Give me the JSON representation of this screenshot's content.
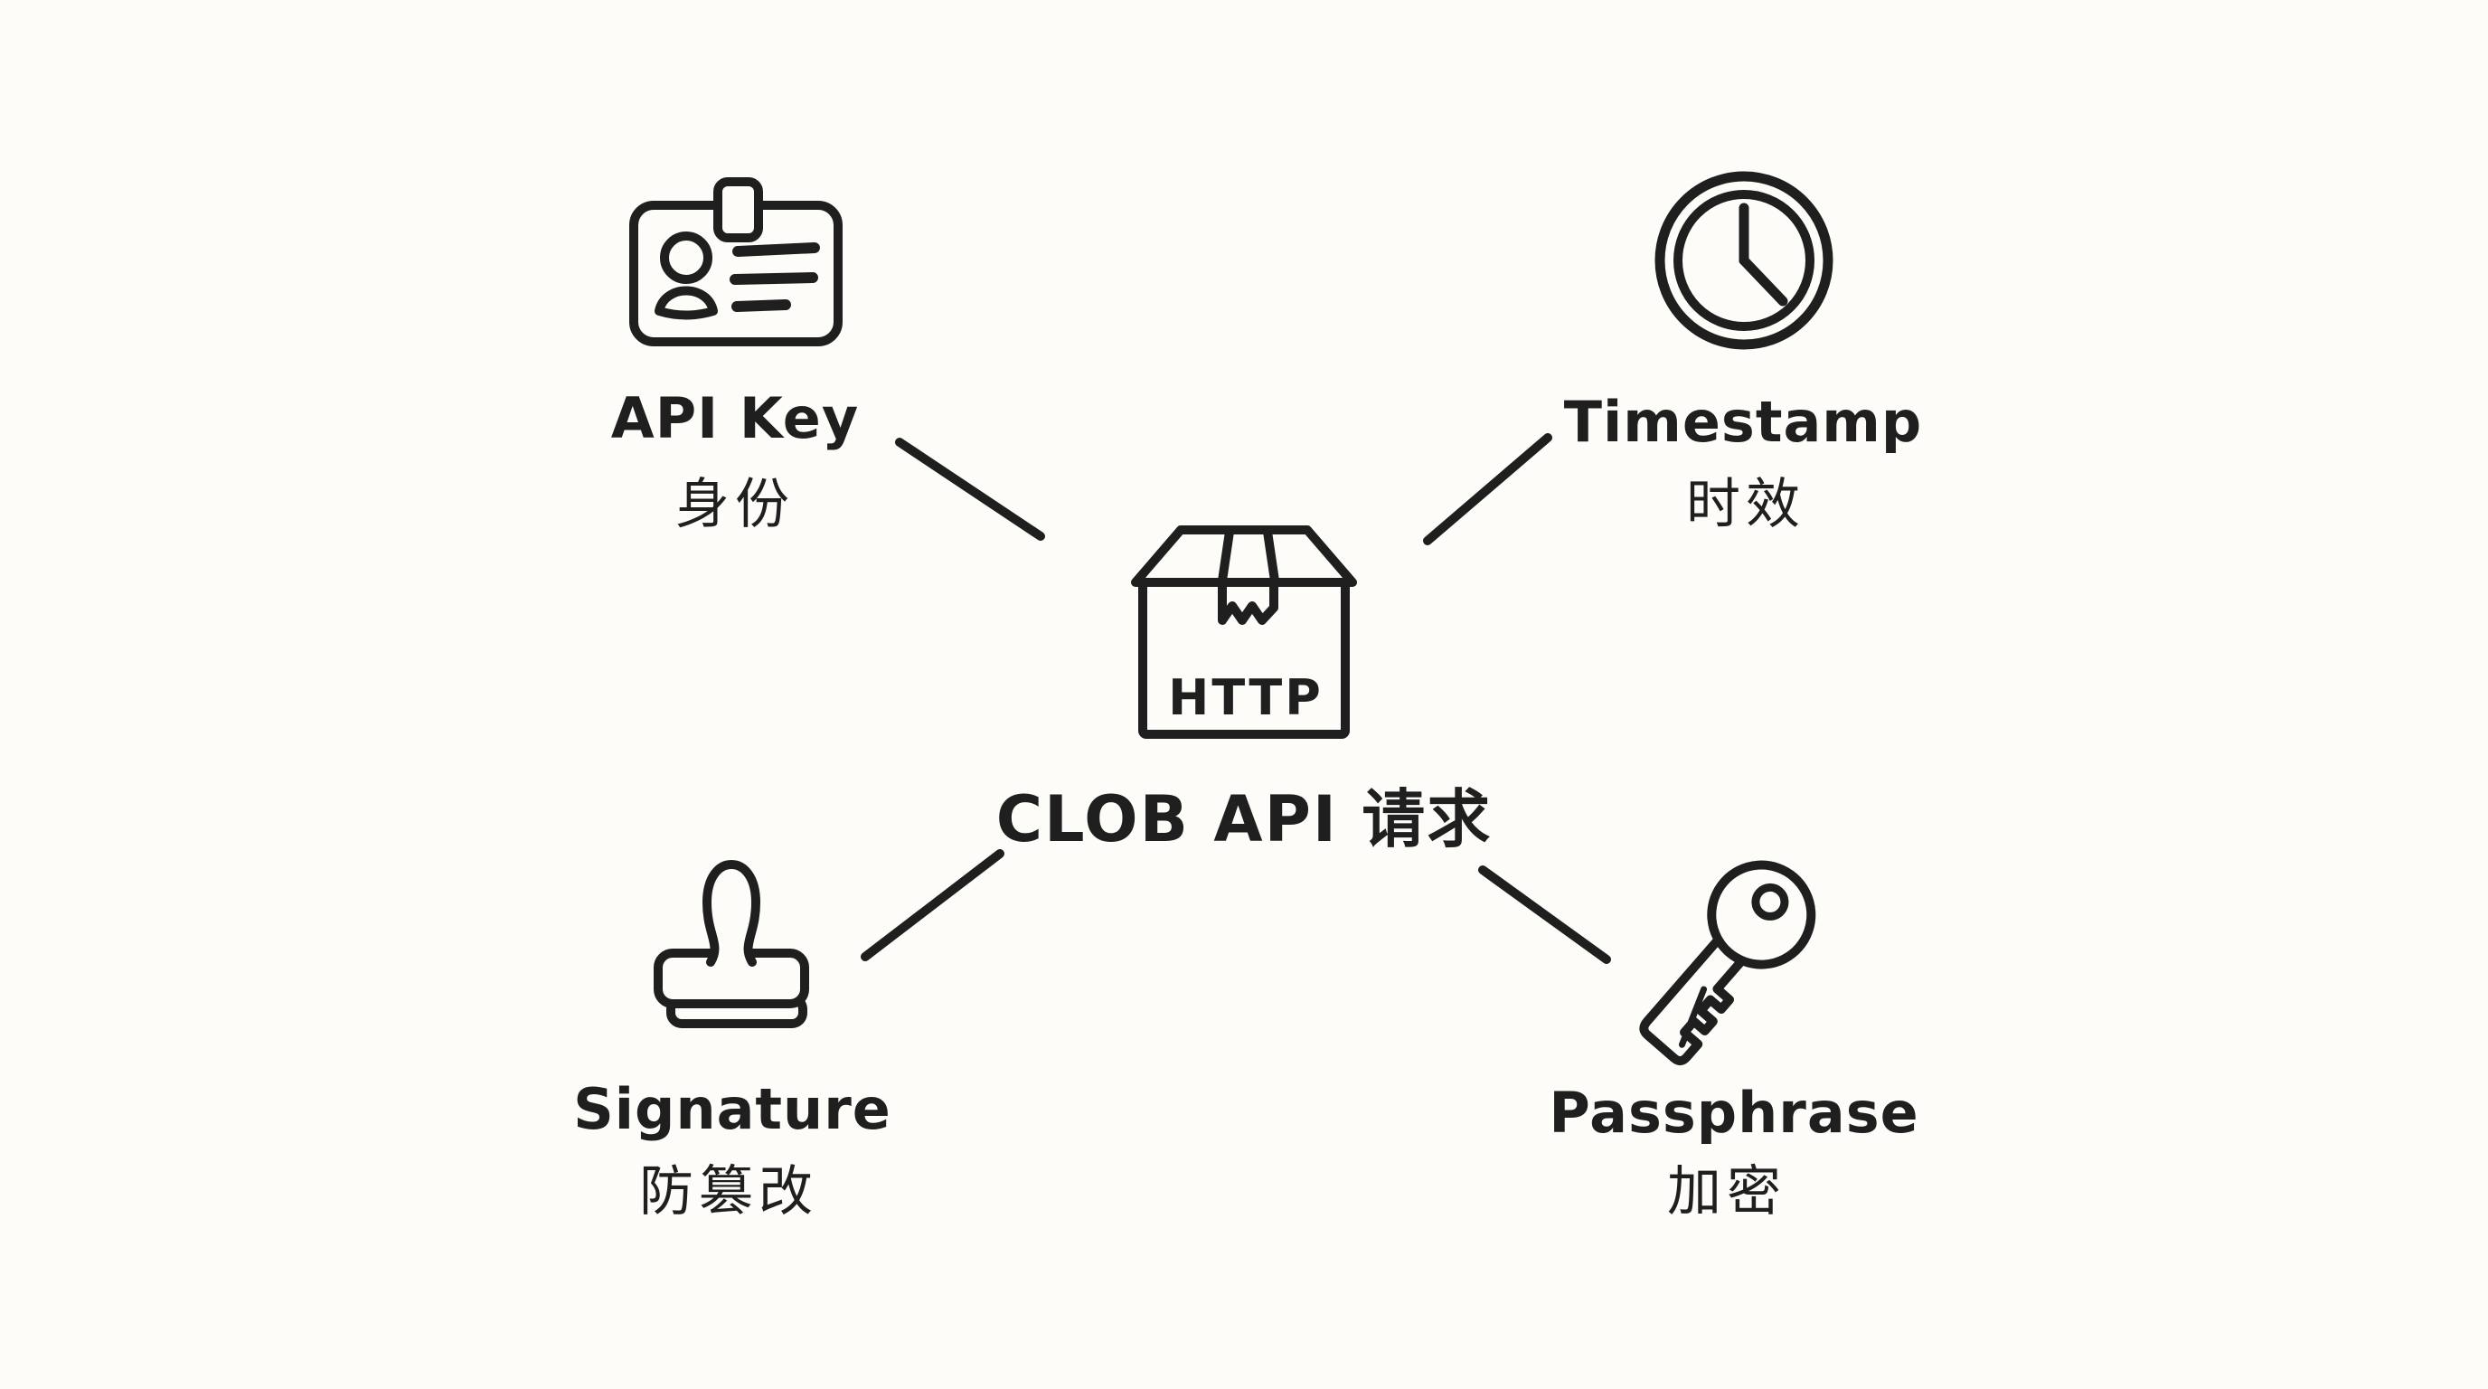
{
  "page": {
    "background": "#fdfcf8",
    "ink": "#1f1f1f",
    "style": "hand-drawn diagram"
  },
  "center": {
    "id": "clob-api-request",
    "icon": "package-box-icon",
    "box_label": "HTTP",
    "label": "CLOB API 请求"
  },
  "nodes": [
    {
      "id": "api-key",
      "position": "top-left",
      "icon": "id-card-icon",
      "label": "API Key",
      "sublabel": "身份"
    },
    {
      "id": "timestamp",
      "position": "top-right",
      "icon": "clock-icon",
      "label": "Timestamp",
      "sublabel": "时效"
    },
    {
      "id": "signature",
      "position": "bottom-left",
      "icon": "stamp-icon",
      "label": "Signature",
      "sublabel": "防篡改"
    },
    {
      "id": "passphrase",
      "position": "bottom-right",
      "icon": "key-icon",
      "label": "Passphrase",
      "sublabel": "加密"
    }
  ],
  "connectors": [
    {
      "from": "api-key",
      "to": "clob-api-request"
    },
    {
      "from": "timestamp",
      "to": "clob-api-request"
    },
    {
      "from": "signature",
      "to": "clob-api-request"
    },
    {
      "from": "passphrase",
      "to": "clob-api-request"
    }
  ]
}
